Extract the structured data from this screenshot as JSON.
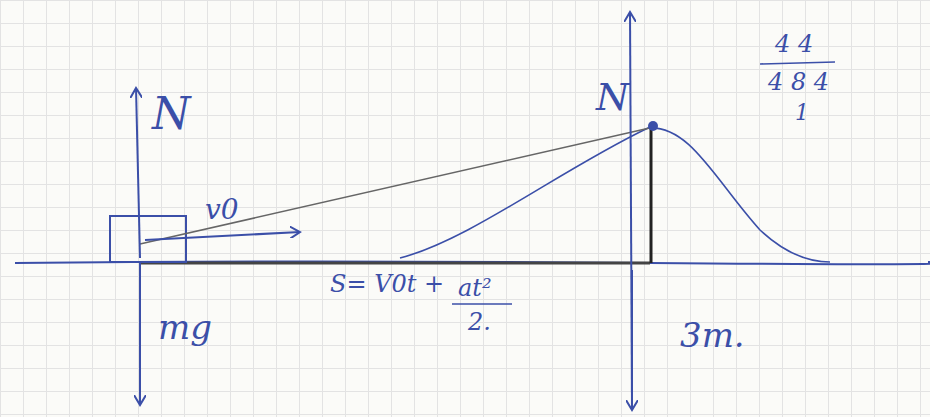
{
  "diagram": {
    "labels": [
      "N",
      "v0",
      "mg",
      "S= V0t +",
      "at²",
      "2.",
      "N",
      "3m.",
      "4 4",
      "4 8 4",
      "1"
    ]
  }
}
